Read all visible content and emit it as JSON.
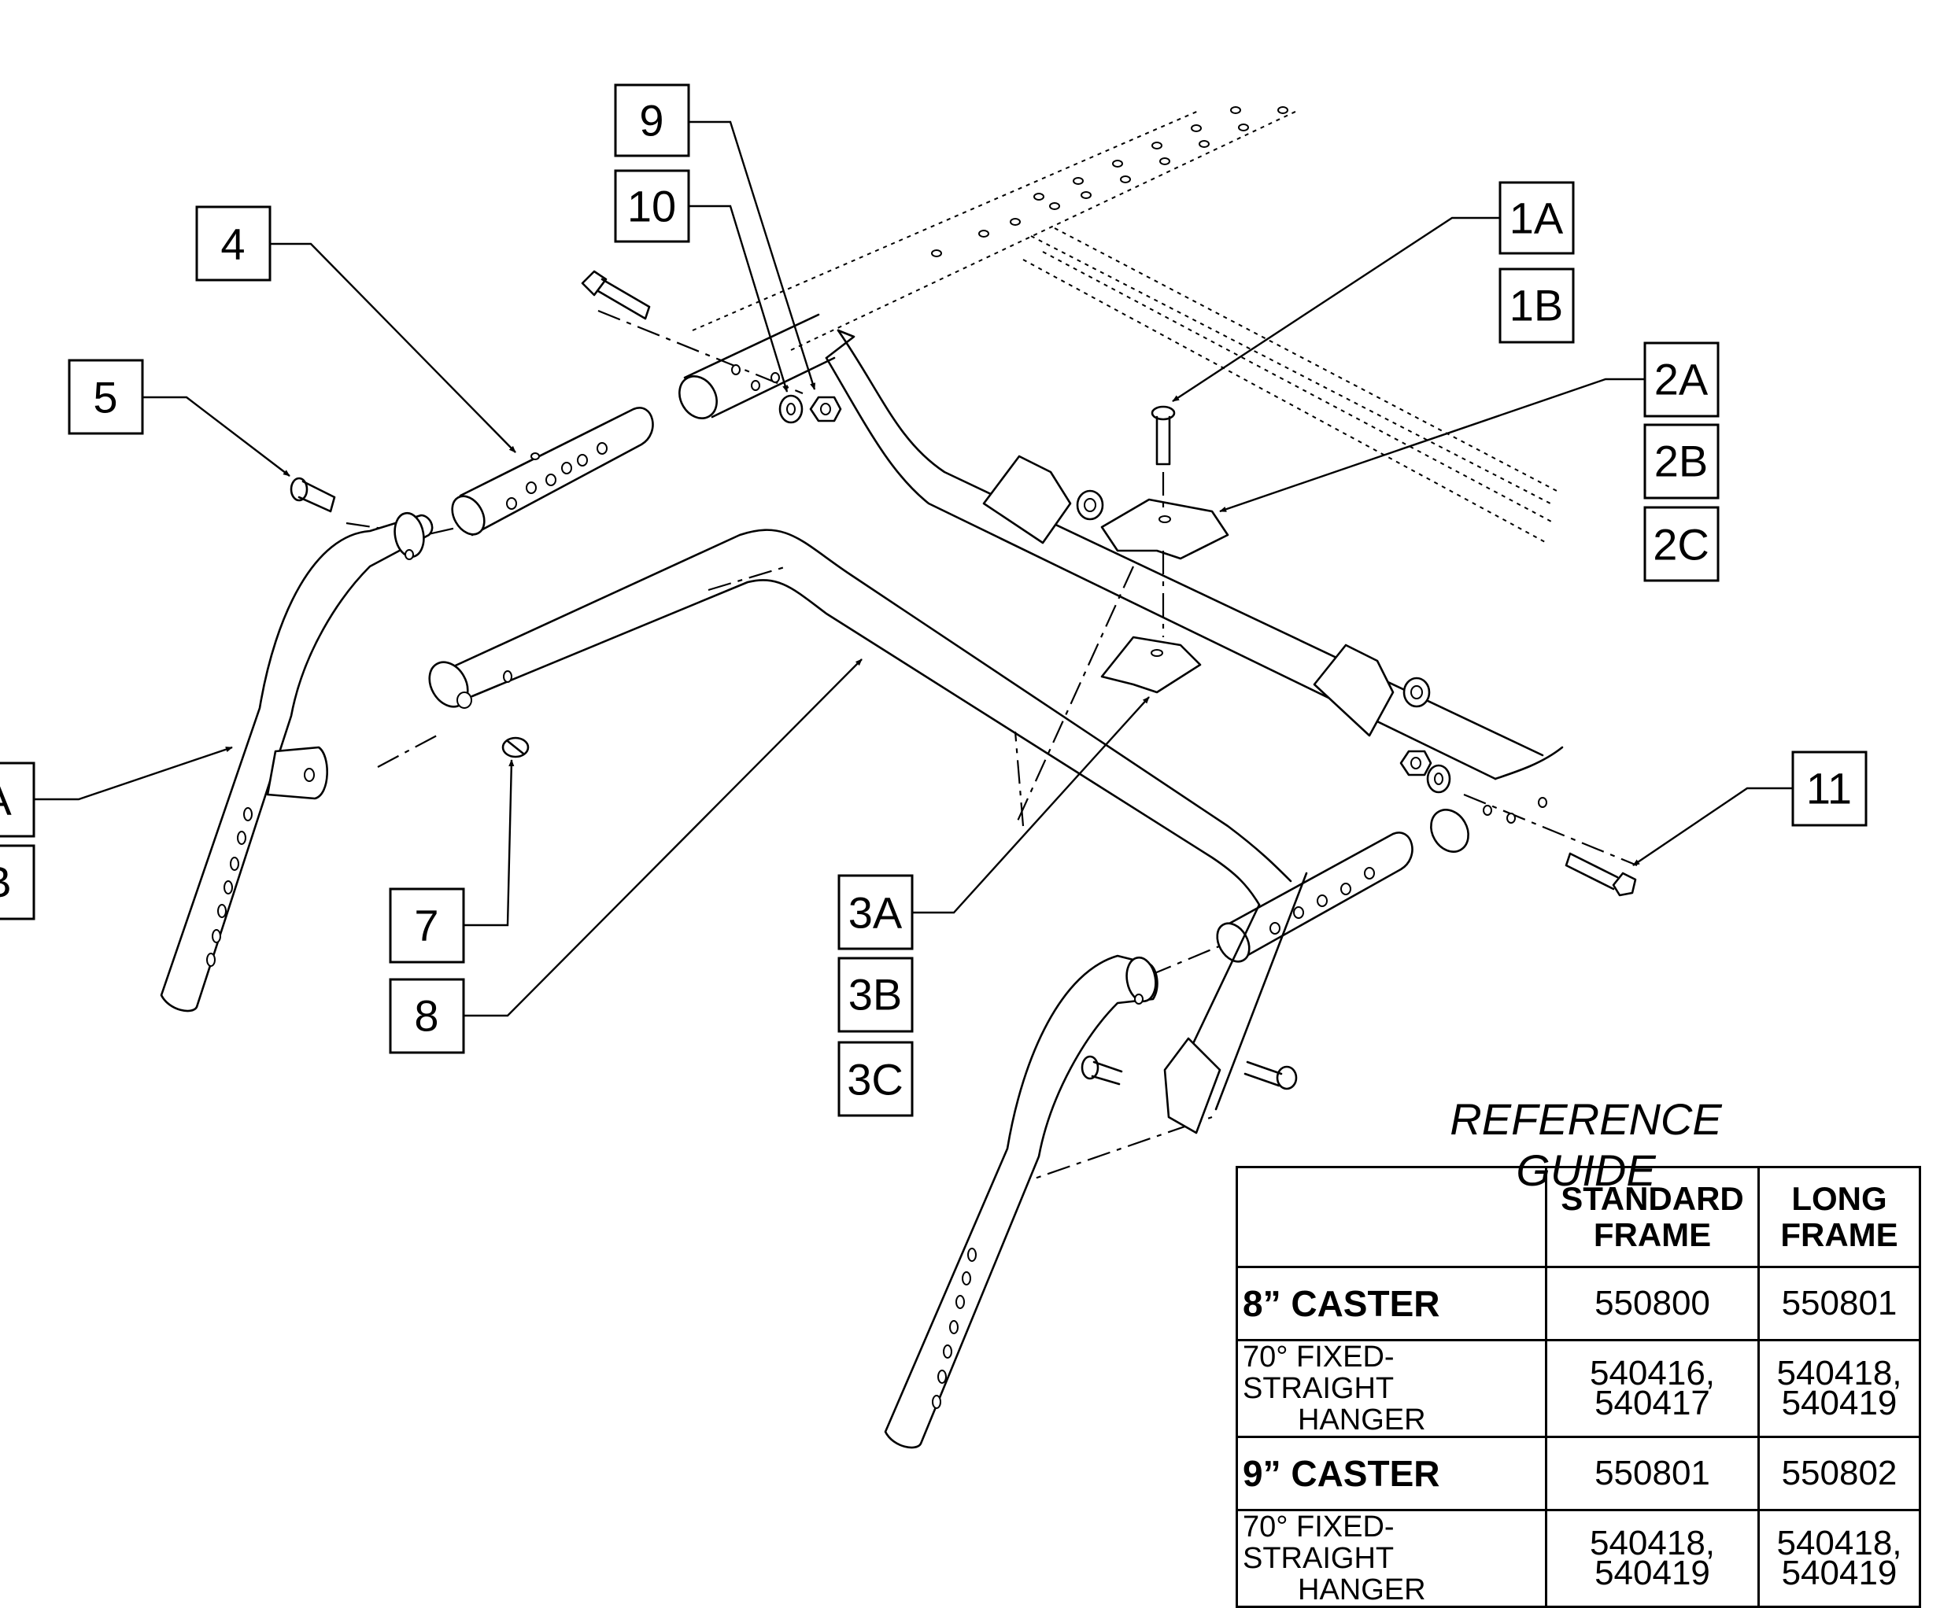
{
  "callouts": {
    "c9": "9",
    "c10": "10",
    "c4": "4",
    "c5": "5",
    "c1A": "1A",
    "c1B": "1B",
    "c2A": "2A",
    "c2B": "2B",
    "c2C": "2C",
    "c6A": "A",
    "c6B": "B",
    "c7": "7",
    "c8": "8",
    "c3A": "3A",
    "c3B": "3B",
    "c3C": "3C",
    "c11": "11"
  },
  "reference_guide": {
    "title": "REFERENCE GUIDE",
    "headers": {
      "blank": "",
      "standard_l1": "STANDARD",
      "standard_l2": "FRAME",
      "long_l1": "LONG",
      "long_l2": "FRAME"
    },
    "rows": [
      {
        "label": "8” CASTER",
        "standard_1": "550800",
        "standard_2": "",
        "long_1": "550801",
        "long_2": ""
      },
      {
        "label_l1": "70° FIXED-STRAIGHT",
        "label_l2": "HANGER",
        "standard_1": "540416,",
        "standard_2": "540417",
        "long_1": "540418,",
        "long_2": "540419"
      },
      {
        "label": "9” CASTER",
        "standard_1": "550801",
        "standard_2": "",
        "long_1": "550802",
        "long_2": ""
      },
      {
        "label_l1": "70° FIXED-STRAIGHT",
        "label_l2": "HANGER",
        "standard_1": "540418,",
        "standard_2": "540419",
        "long_1": "540418,",
        "long_2": "540419"
      }
    ]
  }
}
